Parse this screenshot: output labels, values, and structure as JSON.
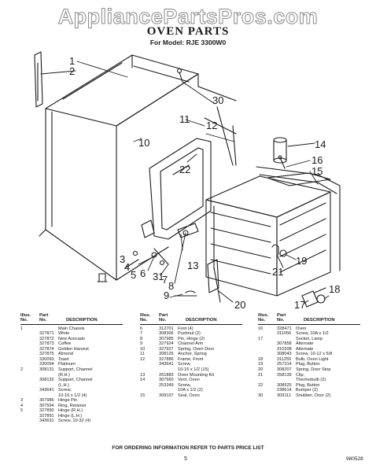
{
  "watermark": "AppliancePartsPros.com",
  "title": "OVEN PARTS",
  "subtitle": "For Model: RJE 3300W0",
  "callouts": [
    "1",
    "2",
    "3",
    "4",
    "5",
    "6",
    "7",
    "8",
    "9",
    "10",
    "11",
    "12",
    "13",
    "14",
    "15",
    "16",
    "17",
    "18",
    "19",
    "20",
    "21",
    "22",
    "30",
    "31"
  ],
  "table_headers": {
    "illus_line1": "Illus.",
    "illus_line2": "No.",
    "part_line1": "Part",
    "part_line2": "No.",
    "description": "DESCRIPTION"
  },
  "columns": [
    [
      [
        "1",
        "",
        "Main Chassis"
      ],
      [
        "",
        "327871",
        "White"
      ],
      [
        "",
        "327872",
        "New Avocado"
      ],
      [
        "",
        "327873",
        "Coffee"
      ],
      [
        "",
        "327874",
        "Golden Harvest"
      ],
      [
        "",
        "327875",
        "Almond"
      ],
      [
        "",
        "330093",
        "Toast"
      ],
      [
        "",
        "330094",
        "Platinum"
      ],
      [
        "2",
        "308131",
        "Support, Channel"
      ],
      [
        "",
        "",
        "(R.H.)"
      ],
      [
        "",
        "308132",
        "Support, Channel"
      ],
      [
        "",
        "",
        "(L.H.)"
      ],
      [
        "",
        "343641",
        "Screw,"
      ],
      [
        "",
        "",
        "10-16 x 1/2 (4)"
      ],
      [
        "3",
        "307986",
        "Hinge Pin"
      ],
      [
        "4",
        "307594",
        "Ring, Retainer"
      ],
      [
        "5",
        "327890",
        "Hinge (R.H.)"
      ],
      [
        "",
        "327891",
        "Hinge (L.H.)"
      ],
      [
        "",
        "343631",
        "Screw, 10-32 (4)"
      ]
    ],
    [
      [
        "6",
        "312701",
        "Foot (4)"
      ],
      [
        "7",
        "308306",
        "Pushnut (2)"
      ],
      [
        "8",
        "307985",
        "Pin, Hinge (2)"
      ],
      [
        "9",
        "327924",
        "Channel Arm"
      ],
      [
        "10",
        "327927",
        "Spring, Oven Door"
      ],
      [
        "11",
        "308125",
        "Anchor, Spring"
      ],
      [
        "12",
        "327886",
        "Frame, Front"
      ],
      [
        "",
        "343641",
        "Screw,"
      ],
      [
        "",
        "",
        "10-16 x 1/2 (15)"
      ],
      [
        "13",
        "261883",
        "Oven Mounting Kit"
      ],
      [
        "14",
        "307960",
        "Vent, Oven"
      ],
      [
        "",
        "253349",
        "Screw,"
      ],
      [
        "",
        "",
        "10A x 1/2 (2)"
      ],
      [
        "15",
        "309107",
        "Seal, Oven"
      ]
    ],
    [
      [
        "16",
        "328471",
        "Oven"
      ],
      [
        "",
        "311056",
        "Screw, 10A x 1/2"
      ],
      [
        "17",
        "",
        "Socket, Lamp"
      ],
      [
        "",
        "307858",
        "Alternate"
      ],
      [
        "",
        "310208",
        "Alternate"
      ],
      [
        "",
        "308043",
        "Screw, 10-12 x 5/8"
      ],
      [
        "18",
        "311255",
        "Bulb, Oven Light"
      ],
      [
        "19",
        "257314",
        "Plug, Button"
      ],
      [
        "20",
        "308207",
        "Spring, Door Stop"
      ],
      [
        "21",
        "258139",
        "Clip,"
      ],
      [
        "",
        "",
        "Thermobulb (2)"
      ],
      [
        "22",
        "308525",
        "Plug, Button"
      ],
      [
        "",
        "238614",
        "Bumper (2)"
      ],
      [
        "30",
        "309111",
        "Snubber, Door (2)"
      ]
    ]
  ],
  "footer": "FOR ORDERING INFORMATION REFER TO PARTS PRICE LIST",
  "page_number": "5",
  "doc_code": "980528"
}
